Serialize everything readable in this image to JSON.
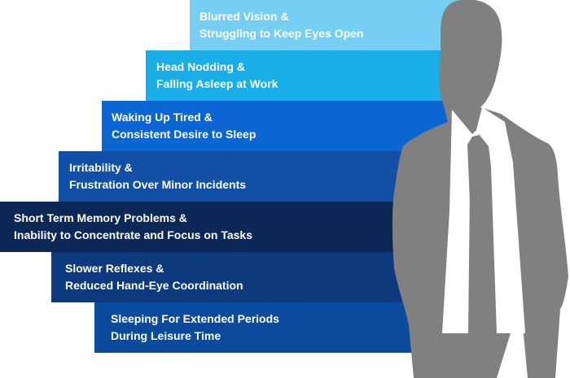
{
  "steps": [
    {
      "line1": "Blurred Vision &",
      "line2": "Struggling to Keep Eyes Open",
      "color": "#76cff3"
    },
    {
      "line1": "Head Nodding &",
      "line2": "Falling Asleep at Work",
      "color": "#19aee8"
    },
    {
      "line1": "Waking Up Tired &",
      "line2": "Consistent Desire to Sleep",
      "color": "#0b66d4"
    },
    {
      "line1": "Irritability &",
      "line2": "Frustration Over Minor Incidents",
      "color": "#1150a6"
    },
    {
      "line1": "Short Term Memory Problems &",
      "line2": "Inability to Concentrate and Focus on Tasks",
      "color": "#0b2857"
    },
    {
      "line1": "Slower Reflexes &",
      "line2": "Reduced Hand-Eye Coordination",
      "color": "#0d3a7c"
    },
    {
      "line1": "Sleeping For Extended Periods",
      "line2": "During Leisure Time",
      "color": "#0b4a9c"
    }
  ],
  "silhouette_color": "#808080"
}
